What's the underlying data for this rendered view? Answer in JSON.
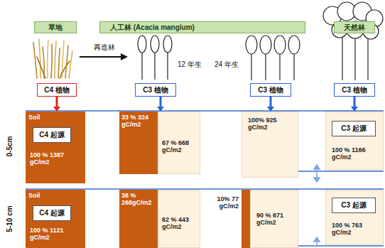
{
  "diagram": {
    "nodes": [
      {
        "text": [
          "草地"
        ]
      },
      {
        "text": [
          "人工林 (Acacia mangium)"
        ]
      },
      {
        "text": [
          "天然林"
        ]
      },
      {
        "text": [
          "C4 植物"
        ]
      },
      {
        "text": [
          "C3 植物"
        ]
      },
      {
        "text": [
          "C3 植物"
        ]
      },
      {
        "text": [
          "C3 植物"
        ]
      },
      {
        "text": [
          "Soil",
          "100 % 1387 gC/m2"
        ]
      },
      {
        "text": [
          "C4 起源"
        ],
        "in": 7
      },
      {
        "text": [
          "33 % 324 gC/m2"
        ]
      },
      {
        "text": [
          "67 % 668 gC/m2"
        ]
      },
      {
        "text": [
          "100% 925 gC/m2"
        ]
      },
      {
        "text": [
          "100 % 1166 gC/m2"
        ]
      },
      {
        "text": [
          "C3 起源"
        ],
        "in": 12
      },
      {
        "text": [
          "Soil",
          "100 % 1121 gC/m2"
        ]
      },
      {
        "text": [
          "C4 起源"
        ],
        "in": 14
      },
      {
        "text": [
          "38 % 268gC/m2"
        ]
      },
      {
        "text": [
          "62 % 443 gC/m2"
        ]
      },
      {
        "text": [
          "10% 77 gC/m2"
        ]
      },
      {
        "text": [
          "90 % 671 gC/m2"
        ]
      },
      {
        "text": [
          "100 % 763 gC/m2"
        ]
      },
      {
        "text": [
          "C3 起源"
        ],
        "in": 20
      }
    ],
    "edges": [
      {
        "from": 3,
        "to": 7,
        "arrow": "to"
      },
      {
        "from": 4,
        "to": 10,
        "arrow": "to"
      },
      {
        "from": 5,
        "to": 11,
        "arrow": "to"
      },
      {
        "from": 6,
        "to": 12,
        "arrow": "to"
      }
    ],
    "labels": [
      "再造林",
      "12 年生",
      "24 年生",
      "0-5cm",
      "5-10 cm"
    ]
  }
}
